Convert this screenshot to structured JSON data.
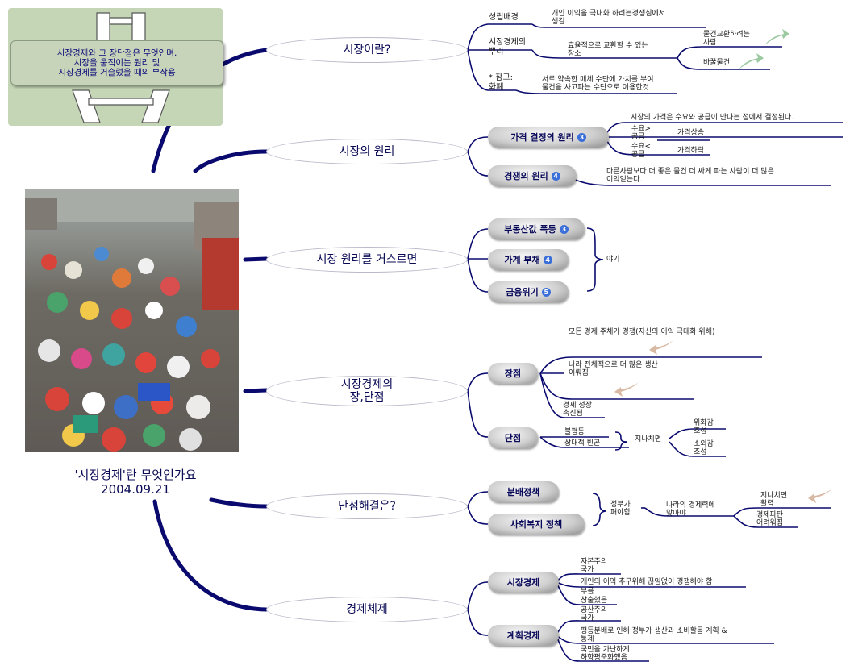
{
  "header_box": {
    "line1": "시장경제와 그 장단점은 무엇인며.",
    "line2": "시장을 움직이는 원리 및",
    "line3": "시장경제를 거슬렀을 때의 부작용"
  },
  "center": {
    "title": "'시장경제'란 무엇인가요",
    "date": "2004.09.21"
  },
  "branches": {
    "b1": "시장이란?",
    "b2": "시장의 원리",
    "b3": "시장 원리를 거스르면",
    "b4_line1": "시장경제의",
    "b4_line2": "장,단점",
    "b5": "단점해결은?",
    "b6": "경제체제"
  },
  "b1": {
    "n1": "성립배경",
    "n1_text_l1": "개인 이익을 극대화 하려는경쟁심에서",
    "n1_text_l2": "생김",
    "n2_l1": "시장경제의",
    "n2_l2": "뿌리",
    "n2_text_l1": "효율적으로 교환할 수 있는",
    "n2_text_l2": "장소",
    "n2_a_l1": "물건교환하려는",
    "n2_a_l2": "사람",
    "n2_b": "바꿀물건",
    "n3_l1": "* 참고:",
    "n3_l2": "화폐",
    "n3_text_l1": "서로 약속한 매체 수단에 가치를 부여",
    "n3_text_l2": "물건을 사고파는 수단으로 이용한것"
  },
  "b2": {
    "p1": "가격 결정의 원리",
    "p1_num": "3",
    "p1_text": "시장의 가격은 수요와 공급이 만나는 점에서 결정된다.",
    "p1_a_l1": "수요>",
    "p1_a_l2": "공급",
    "p1_a_r": "가격상승",
    "p1_b_l1": "수요<",
    "p1_b_l2": "공급",
    "p1_b_r": "가격하락",
    "p2": "경쟁의 원리",
    "p2_num": "4",
    "p2_text_l1": "다른사람보다 더 좋은 물건 더 싸게 파는 사람이 더 많은",
    "p2_text_l2": "이익얻는다."
  },
  "b3": {
    "p1": "부동산값 폭등",
    "p1_num": "3",
    "p2": "가계 부채",
    "p2_num": "4",
    "p3": "금융위기",
    "p3_num": "5",
    "result": "야기"
  },
  "b4": {
    "p1": "장점",
    "top_text": "모든 경제 주체가 경쟁(자신의 이익 극대화 위해)",
    "mid_text_l1": "나라 전체적으로 더 많은 생산",
    "mid_text_l2": "이뤄짐",
    "bot_text_l1": "경제 성장",
    "bot_text_l2": "촉진됨",
    "p2": "단점",
    "d_a": "불평등",
    "d_b": "상대적 빈곤",
    "d_mid": "지나치면",
    "d_r1_l1": "위화감",
    "d_r1_l2": "조성",
    "d_r2_l1": "소외감",
    "d_r2_l2": "조성"
  },
  "b5": {
    "p1": "분배정책",
    "p2": "사회복지 정책",
    "t1_l1": "정부가",
    "t1_l2": "펴야함",
    "t2_l1": "나라의 경제력에",
    "t2_l2": "맞아야",
    "t3_l1": "지나치면",
    "t3_l2": "활력",
    "t4_l1": "경제파탄",
    "t4_l2": "어려워짐"
  },
  "b6": {
    "p1": "시장경제",
    "m_a_l1": "자본주의",
    "m_a_l2": "국가",
    "m_b_l1": "개인의 이익 추구위해 끊임없이 경쟁해야 함",
    "m_b_l2": "부를",
    "m_b_l3": "창출했음",
    "p2": "계획경제",
    "c_a_l1": "공산주의",
    "c_a_l2": "국가",
    "c_b_l1": "평등분배로 인해 정부가 생산과 소비활동 계획 &",
    "c_b_l2": "통제",
    "c_c_l1": "국민을 가난하게",
    "c_c_l2": "하향평준화했음"
  },
  "colors": {
    "wire": "#0a0a6e",
    "branch_border": "#b9b9c9",
    "accent_num": "#3a6fd9",
    "logo_bg": "#c4d6b6"
  }
}
